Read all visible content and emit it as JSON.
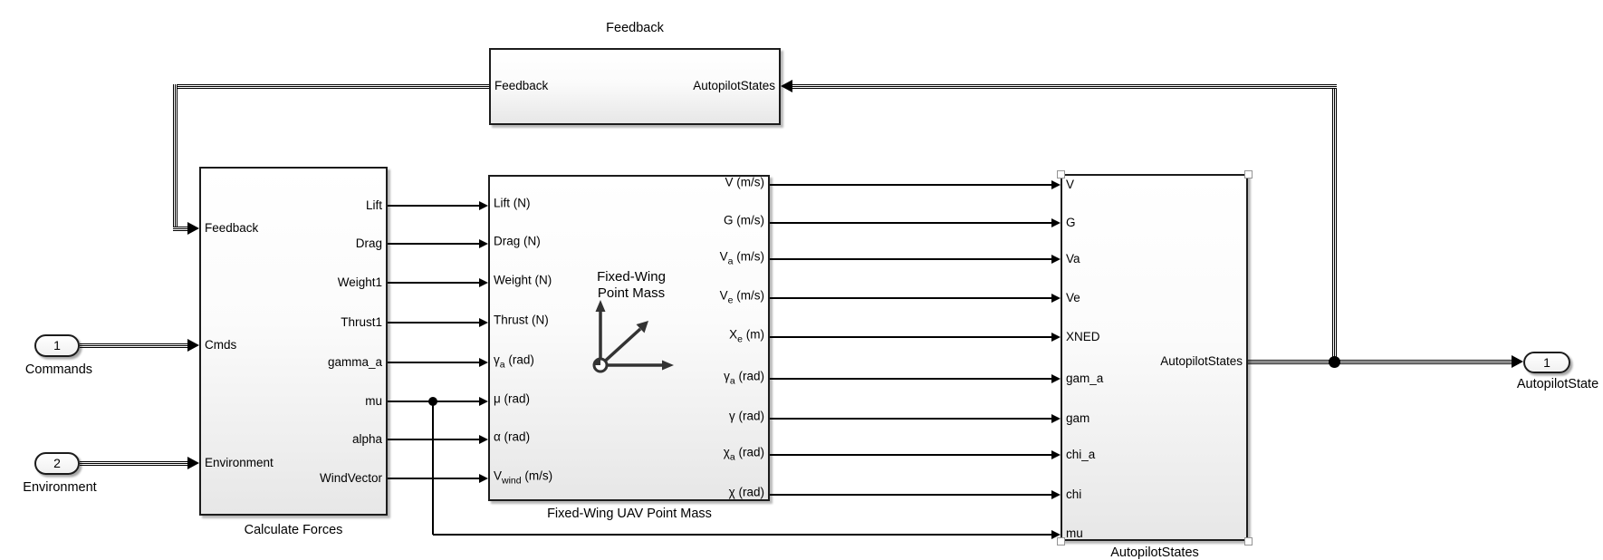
{
  "colors": {
    "background": "#ffffff",
    "wire": "#000000",
    "block_border": "#1c1c1c",
    "block_fill_top": "#ffffff",
    "block_fill_bottom": "#e7e7e7",
    "selection_handle_border": "#949494"
  },
  "blocks": {
    "feedback": {
      "title": "Feedback",
      "output_label": "Feedback",
      "input_label": "AutopilotStates"
    },
    "calculate_forces": {
      "label": "Calculate Forces",
      "inputs": [
        "Feedback",
        "Cmds",
        "Environment"
      ],
      "outputs": [
        "Lift",
        "Drag",
        "Weight1",
        "Thrust1",
        "gamma_a",
        "mu",
        "alpha",
        "WindVector"
      ]
    },
    "uav": {
      "label": "Fixed-Wing UAV Point Mass",
      "icon_line1": "Fixed-Wing",
      "icon_line2": "Point Mass",
      "inputs": [
        {
          "base": "Lift (N)",
          "sub": "",
          "rest": ""
        },
        {
          "base": "Drag (N)",
          "sub": "",
          "rest": ""
        },
        {
          "base": "Weight (N)",
          "sub": "",
          "rest": ""
        },
        {
          "base": "Thrust (N)",
          "sub": "",
          "rest": ""
        },
        {
          "base": "γ",
          "sub": "a",
          "rest": " (rad)"
        },
        {
          "base": "μ (rad)",
          "sub": "",
          "rest": ""
        },
        {
          "base": "α (rad)",
          "sub": "",
          "rest": ""
        },
        {
          "base": "V",
          "sub": "wind",
          "rest": " (m/s)"
        }
      ],
      "outputs": [
        {
          "base": "V (m/s)",
          "sub": "",
          "rest": ""
        },
        {
          "base": "G (m/s)",
          "sub": "",
          "rest": ""
        },
        {
          "base": "V",
          "sub": "a",
          "rest": " (m/s)"
        },
        {
          "base": "V",
          "sub": "e",
          "rest": " (m/s)"
        },
        {
          "base": "X",
          "sub": "e",
          "rest": " (m)"
        },
        {
          "base": "γ",
          "sub": "a",
          "rest": " (rad)"
        },
        {
          "base": "γ (rad)",
          "sub": "",
          "rest": ""
        },
        {
          "base": "χ",
          "sub": "a",
          "rest": " (rad)"
        },
        {
          "base": "χ (rad)",
          "sub": "",
          "rest": ""
        }
      ]
    },
    "bus": {
      "label": "AutopilotStates",
      "inputs": [
        "V",
        "G",
        "Va",
        "Ve",
        "XNED",
        "gam_a",
        "gam",
        "chi_a",
        "chi",
        "mu"
      ],
      "output_label": "AutopilotStates"
    }
  },
  "io_ports": {
    "inport1": {
      "number": "1",
      "label": "Commands"
    },
    "inport2": {
      "number": "2",
      "label": "Environment"
    },
    "outport1": {
      "number": "1",
      "label": "AutopilotState"
    }
  }
}
